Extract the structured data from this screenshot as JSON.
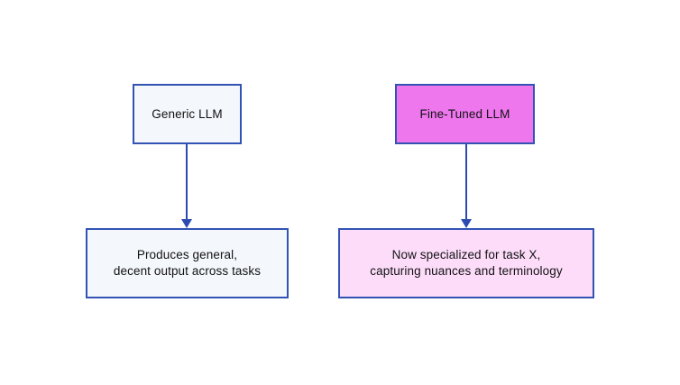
{
  "diagram": {
    "background_color": "#ffffff",
    "border_color": "#3253b4",
    "arrow_color": "#2b4bb0",
    "columns": [
      {
        "name": "generic",
        "source": {
          "id": "generic-llm",
          "label": "Generic LLM",
          "fill_color": "#f4f7fc"
        },
        "arrow": {
          "id": "arrow-generic",
          "direction": "down"
        },
        "target": {
          "id": "generic-output",
          "label": "Produces general,\ndecent output across tasks",
          "fill_color": "#f4f7fc"
        }
      },
      {
        "name": "finetuned",
        "source": {
          "id": "finetuned-llm",
          "label": "Fine-Tuned LLM",
          "fill_color": "#ee77ee"
        },
        "arrow": {
          "id": "arrow-finetuned",
          "direction": "down"
        },
        "target": {
          "id": "finetuned-output",
          "label": "Now specialized for task X,\ncapturing nuances and terminology",
          "fill_color": "#fddcfa"
        }
      }
    ]
  }
}
